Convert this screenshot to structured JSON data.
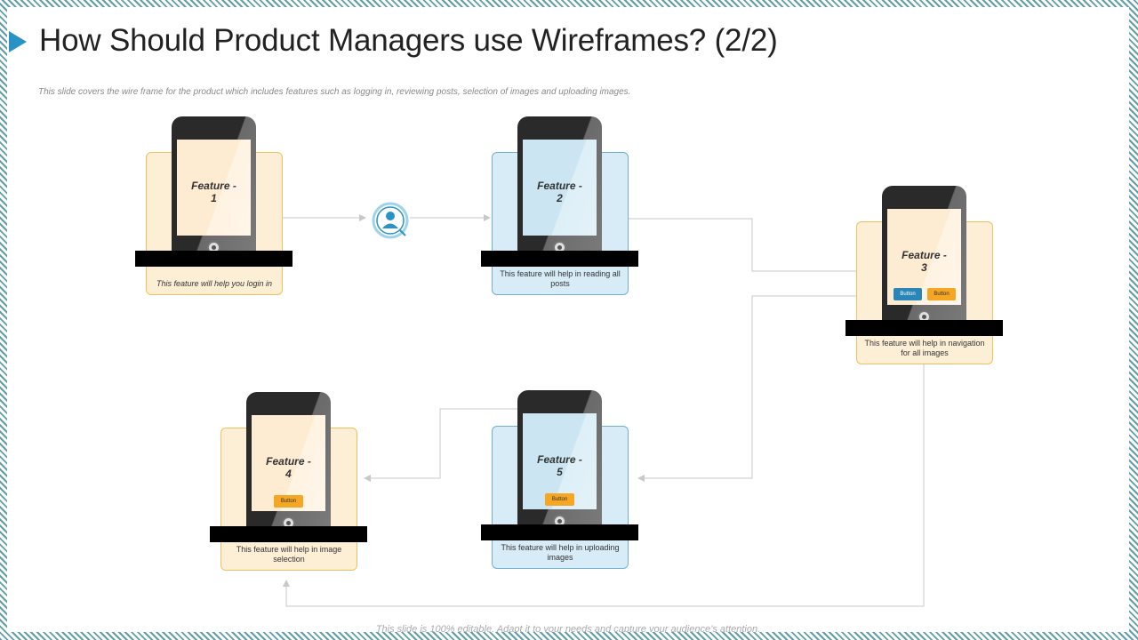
{
  "slide": {
    "title": "How Should Product Managers use Wireframes? (2/2)",
    "subtitle": "This slide covers the wire frame for the product which includes features such as logging in, reviewing posts, selection of images and uploading images.",
    "footer": "This slide is 100% editable. Adapt it to your needs and capture your audience’s attention."
  },
  "features": [
    {
      "label": "Feature -\n1",
      "description": "This feature will help you login in",
      "color": "#fdefd6"
    },
    {
      "label": "Feature -\n2",
      "description": "This feature will help in reading all posts",
      "color": "#d7ecf6"
    },
    {
      "label": "Feature -\n3",
      "description": "This feature will help in navigation for all images",
      "color": "#fdefd6",
      "buttons": [
        "Button",
        "Button"
      ]
    },
    {
      "label": "Feature -\n4",
      "description": "This feature will help in image selection",
      "color": "#fdefd6",
      "buttons": [
        "Button"
      ]
    },
    {
      "label": "Feature -\n5",
      "description": "This feature will help in uploading images",
      "color": "#d7ecf6",
      "buttons": [
        "Button"
      ]
    }
  ],
  "icons": {
    "search_user": "user-search-icon"
  },
  "colors": {
    "accent": "#2a93c6",
    "orange": "#f5a623",
    "blue": "#2a86b8"
  }
}
